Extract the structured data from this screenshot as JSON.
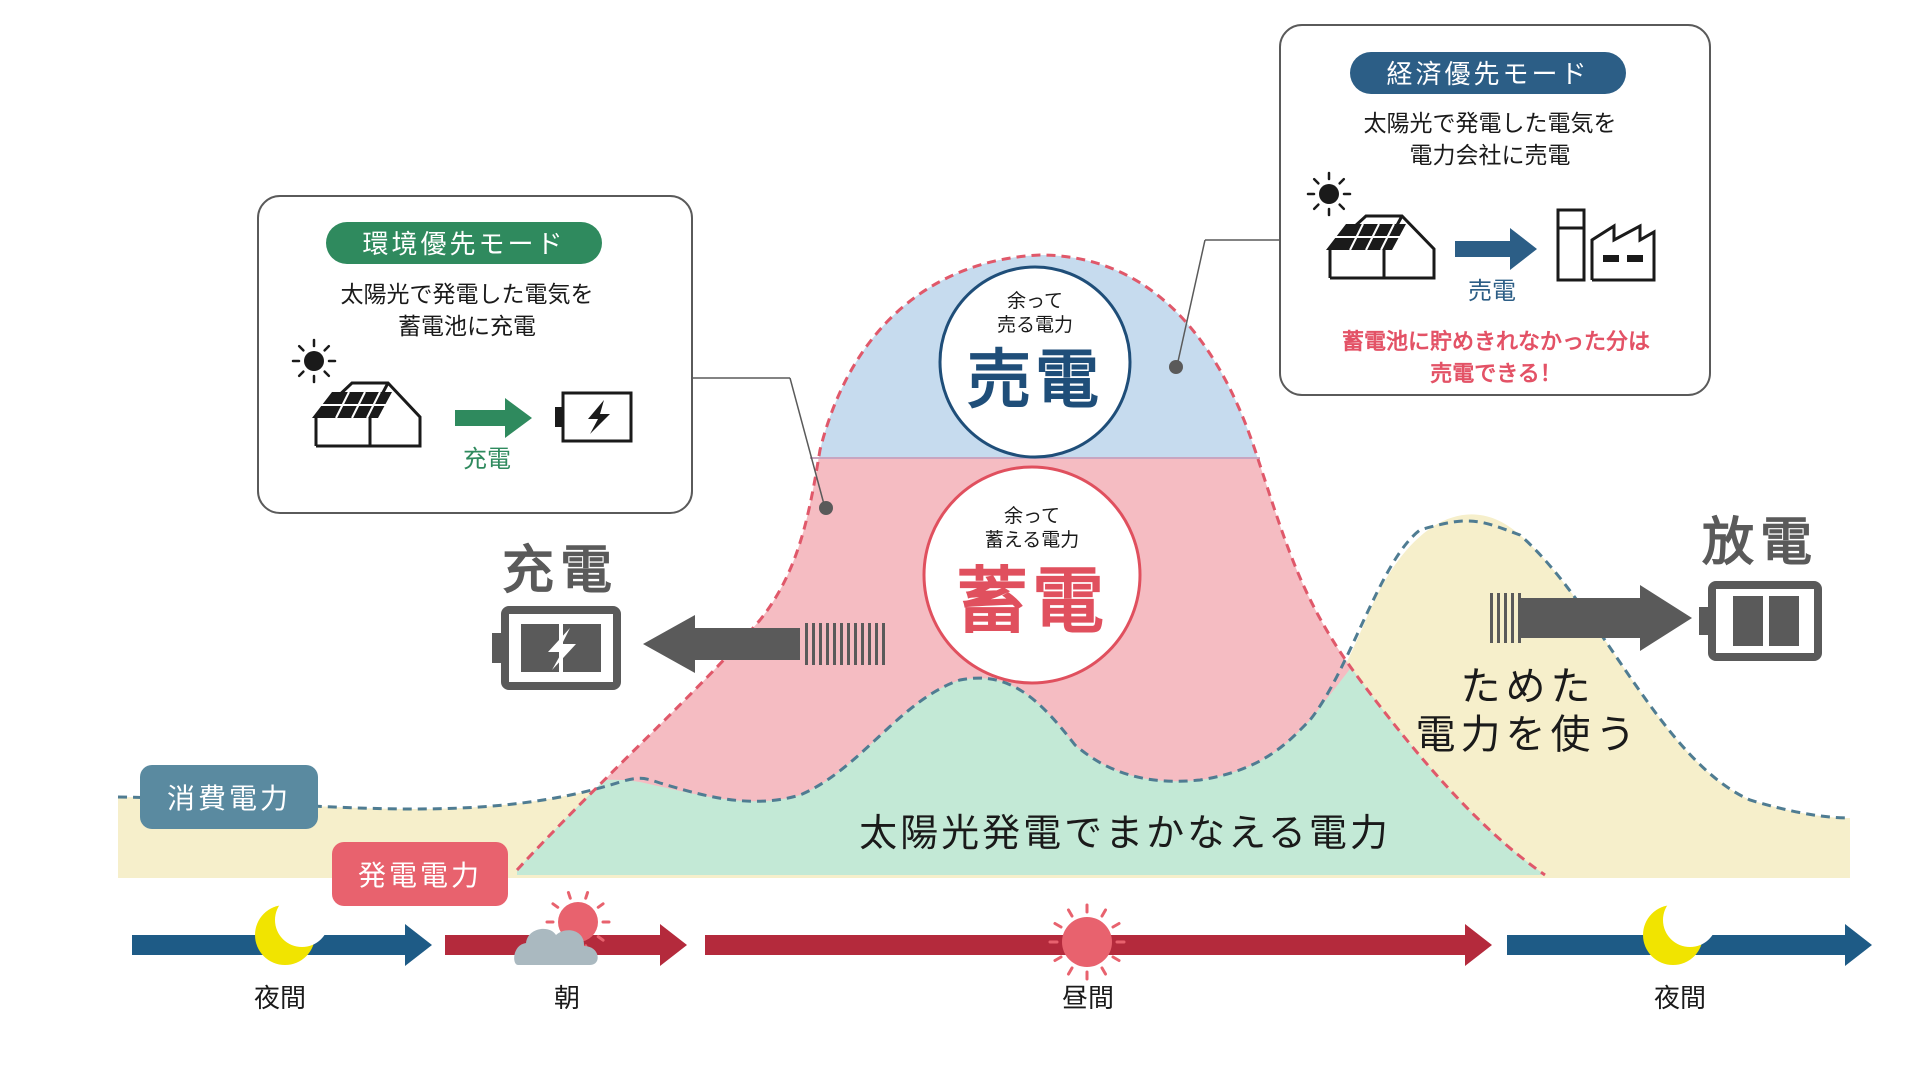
{
  "colors": {
    "consumption_fill": "#f6efcb",
    "consumption_line": "#4f7c92",
    "solar_cover_fill": "#c3e9d6",
    "storage_fill": "#f5bcc2",
    "sell_fill": "#c6dbee",
    "generation_line": "#e0586a",
    "night_arrow": "#1e5b86",
    "day_arrow": "#b42a3c",
    "eco_tag": "#2f8a5e",
    "econ_tag": "#2c5e86",
    "pink_tag": "#e8626e",
    "grey_arrow": "#5a5a5a",
    "sell_text": "#1f4e79",
    "store_text": "#e0505e",
    "note_text": "#e35266"
  },
  "legend": {
    "consumption": "消費電力",
    "generation": "発電電力"
  },
  "regions": {
    "solar_covered": "太陽光発電でまかなえる電力",
    "sell_small": "余って\n売る電力",
    "sell_big": "売電",
    "store_small": "余って\n蓄える電力",
    "store_big": "蓄電"
  },
  "charge": {
    "title": "充電",
    "icon": "battery-charging-icon"
  },
  "discharge": {
    "title": "放電",
    "caption": "ためた\n電力を使う",
    "icon": "battery-full-icon"
  },
  "eco_mode": {
    "tag": "環境優先モード",
    "desc": "太陽光で発電した電気を\n蓄電池に充電",
    "arrow_label": "充電",
    "icons": [
      "sun-icon",
      "solar-house-icon",
      "battery-charging-icon"
    ]
  },
  "econ_mode": {
    "tag": "経済優先モード",
    "desc": "太陽光で発電した電気を\n電力会社に売電",
    "arrow_label": "売電",
    "note": "蓄電池に貯めきれなかった分は\n売電できる！",
    "icons": [
      "sun-icon",
      "solar-house-icon",
      "power-company-icon"
    ]
  },
  "timeline": [
    {
      "label": "夜間",
      "icon": "moon-icon",
      "color": "#1e5b86"
    },
    {
      "label": "朝",
      "icon": "sun-cloud-icon",
      "color": "#b42a3c"
    },
    {
      "label": "昼間",
      "icon": "sun-icon",
      "color": "#b42a3c"
    },
    {
      "label": "夜間",
      "icon": "moon-icon",
      "color": "#1e5b86"
    }
  ]
}
